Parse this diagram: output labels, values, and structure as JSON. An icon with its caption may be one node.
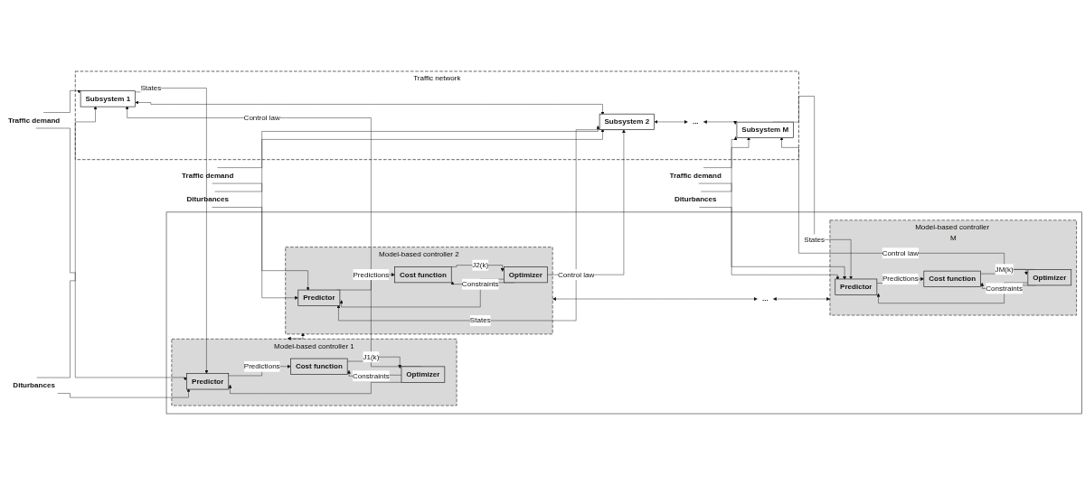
{
  "diagram": {
    "nodes": [
      {
        "text": [
          "Traffic demand"
        ]
      },
      {
        "text": [
          "Diturbances"
        ]
      },
      {
        "text": [
          "Traffic demand"
        ]
      },
      {
        "text": [
          "Diturbances"
        ]
      },
      {
        "text": [
          "Traffic demand"
        ]
      },
      {
        "text": [
          "Diturbances"
        ]
      },
      {
        "text": [
          "Traffic network"
        ]
      },
      {
        "text": [
          "Subsystem 1"
        ],
        "in": 6
      },
      {
        "text": [
          "Subsystem 2"
        ],
        "in": 6
      },
      {
        "text": [
          "..."
        ],
        "in": 6
      },
      {
        "text": [
          "Subsystem M"
        ],
        "in": 6
      },
      {
        "text": [],
        "shape": "box"
      },
      {
        "text": [
          "Model-based controller 1"
        ],
        "in": 11
      },
      {
        "text": [
          "Predictor"
        ],
        "in": 12
      },
      {
        "text": [
          "Cost function"
        ],
        "in": 12
      },
      {
        "text": [
          "Optimizer"
        ],
        "in": 12
      },
      {
        "text": [
          "Model-based controller 2"
        ],
        "in": 11
      },
      {
        "text": [
          "Predictor"
        ],
        "in": 16
      },
      {
        "text": [
          "Cost function"
        ],
        "in": 16
      },
      {
        "text": [
          "Optimizer"
        ],
        "in": 16
      },
      {
        "text": [
          "..."
        ],
        "in": 11
      },
      {
        "text": [
          "Model-based controller M"
        ],
        "in": 11
      },
      {
        "text": [
          "Predictor"
        ],
        "in": 21
      },
      {
        "text": [
          "Cost function"
        ],
        "in": 21
      },
      {
        "text": [
          "Optimizer"
        ],
        "in": 21
      }
    ],
    "edges": [
      {
        "from": 0,
        "to": 7,
        "arrow": "to"
      },
      {
        "from": 1,
        "to": 7,
        "arrow": "to"
      },
      {
        "from": 1,
        "to": 13,
        "arrow": "to"
      },
      {
        "from": 0,
        "to": 13,
        "arrow": "to"
      },
      {
        "from": 7,
        "to": 13,
        "arrow": "to",
        "label": "States"
      },
      {
        "from": 13,
        "to": 14,
        "arrow": "to",
        "label": "Predictions"
      },
      {
        "from": 14,
        "to": 15,
        "arrow": "to",
        "label": "J1(k)"
      },
      {
        "from": 15,
        "to": 14,
        "arrow": "to",
        "label": "Constraints"
      },
      {
        "from": 15,
        "to": 13,
        "arrow": "to"
      },
      {
        "from": 15,
        "to": 7,
        "arrow": "to",
        "label": "Control law"
      },
      {
        "from": 2,
        "to": 8,
        "arrow": "to"
      },
      {
        "from": 3,
        "to": 8,
        "arrow": "to"
      },
      {
        "from": 3,
        "to": 17,
        "arrow": "to"
      },
      {
        "from": 2,
        "to": 17,
        "arrow": "to"
      },
      {
        "from": 8,
        "to": 17,
        "arrow": "to",
        "label": "States"
      },
      {
        "from": 17,
        "to": 18,
        "arrow": "to",
        "label": "Predictions"
      },
      {
        "from": 18,
        "to": 19,
        "arrow": "to",
        "label": "J2(k)"
      },
      {
        "from": 19,
        "to": 18,
        "arrow": "to",
        "label": "Constraints"
      },
      {
        "from": 19,
        "to": 17,
        "arrow": "to"
      },
      {
        "from": 19,
        "to": 8,
        "arrow": "to",
        "label": "Control law"
      },
      {
        "from": 4,
        "to": 10,
        "arrow": "to"
      },
      {
        "from": 5,
        "to": 10,
        "arrow": "to"
      },
      {
        "from": 5,
        "to": 22,
        "arrow": "to"
      },
      {
        "from": 4,
        "to": 22,
        "arrow": "to"
      },
      {
        "from": 10,
        "to": 22,
        "arrow": "to",
        "label": "States"
      },
      {
        "from": 22,
        "to": 23,
        "arrow": "to",
        "label": "Predictions"
      },
      {
        "from": 23,
        "to": 24,
        "arrow": "to",
        "label": "JM(k)"
      },
      {
        "from": 24,
        "to": 23,
        "arrow": "to",
        "label": "Constraints"
      },
      {
        "from": 24,
        "to": 22,
        "arrow": "to"
      },
      {
        "from": 24,
        "to": 10,
        "arrow": "to",
        "label": "Control law"
      },
      {
        "from": 7,
        "to": 8,
        "arrow": "both"
      },
      {
        "from": 8,
        "to": 9,
        "arrow": "both"
      },
      {
        "from": 9,
        "to": 10,
        "arrow": "both"
      },
      {
        "from": 12,
        "to": 16,
        "arrow": "both"
      },
      {
        "from": 16,
        "to": 20,
        "arrow": "both"
      },
      {
        "from": 20,
        "to": 21,
        "arrow": "both"
      }
    ]
  }
}
